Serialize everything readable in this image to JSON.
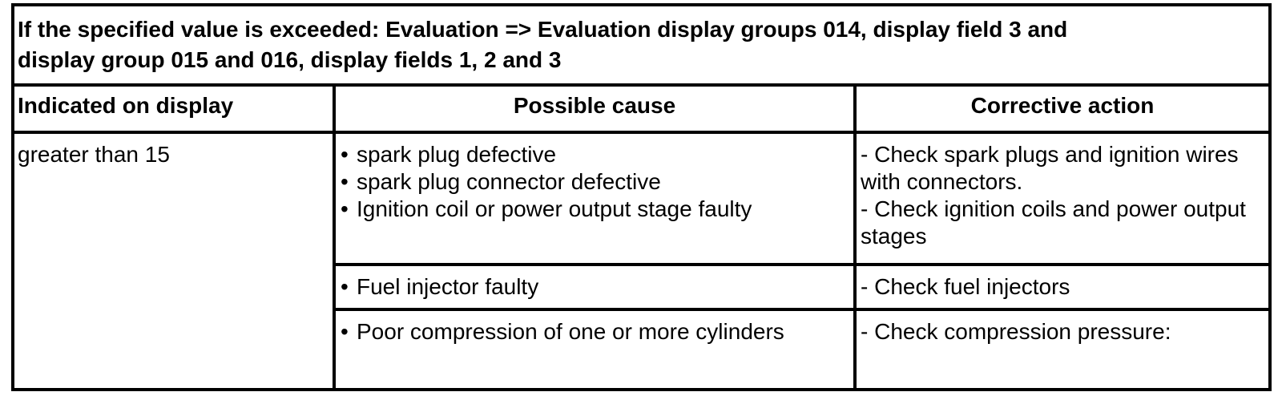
{
  "colors": {
    "background": "#ffffff",
    "border": "#000000",
    "text": "#000000"
  },
  "title": {
    "lines": [
      "If the specified value is exceeded: Evaluation => Evaluation display groups 014, display field 3 and",
      "display group 015 and 016, display fields 1, 2 and 3"
    ]
  },
  "table": {
    "headers": {
      "indicated": "Indicated on display",
      "cause": "Possible cause",
      "action": "Corrective action"
    },
    "indicated_value": "greater than 15",
    "bullet": "•",
    "rows": [
      {
        "causes": [
          "spark plug defective",
          "spark plug connector defective",
          "Ignition coil or power output stage faulty"
        ],
        "actions": [
          "- Check spark plugs and ignition wires with connectors.",
          "- Check ignition coils and power output stages"
        ]
      },
      {
        "causes": [
          "Fuel injector faulty"
        ],
        "actions": [
          "- Check fuel injectors"
        ]
      },
      {
        "causes": [
          "Poor compression of one or more cylinders"
        ],
        "actions": [
          "- Check compression pressure:"
        ]
      }
    ]
  }
}
